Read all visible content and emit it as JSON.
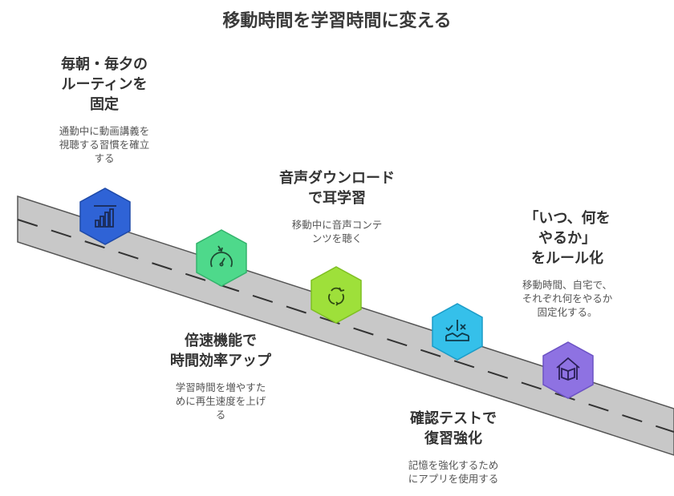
{
  "title": "移動時間を学習時間に変える",
  "steps": [
    {
      "heading": "毎朝・毎夕の\nルーティンを\n固定",
      "description": "通勤中に動画講義を\n視聴する習慣を確立\nする",
      "color": "#2f63d6",
      "stroke": "#1f4aa8",
      "icon": "bar-chart-icon"
    },
    {
      "heading": "倍速機能で\n時間効率アップ",
      "description": "学習時間を増やすた\nめに再生速度を上げ\nる",
      "color": "#4ed98b",
      "stroke": "#33b36c",
      "icon": "speedometer-icon"
    },
    {
      "heading": "音声ダウンロード\nで耳学習",
      "description": "移動中に音声コンテ\nンツを聴く",
      "color": "#9ee03a",
      "stroke": "#7fbf22",
      "icon": "refresh-cycle-icon"
    },
    {
      "heading": "確認テストで\n復習強化",
      "description": "記憶を強化するため\nにアプリを使用する",
      "color": "#35c0ea",
      "stroke": "#1c9cc7",
      "icon": "check-cross-icon"
    },
    {
      "heading": "「いつ、何を\nやるか」\nをルール化",
      "description": "移動時間、自宅で、\nそれぞれ何をやるか\n固定化する。",
      "color": "#8e72e2",
      "stroke": "#6c52c4",
      "icon": "house-book-icon"
    }
  ]
}
